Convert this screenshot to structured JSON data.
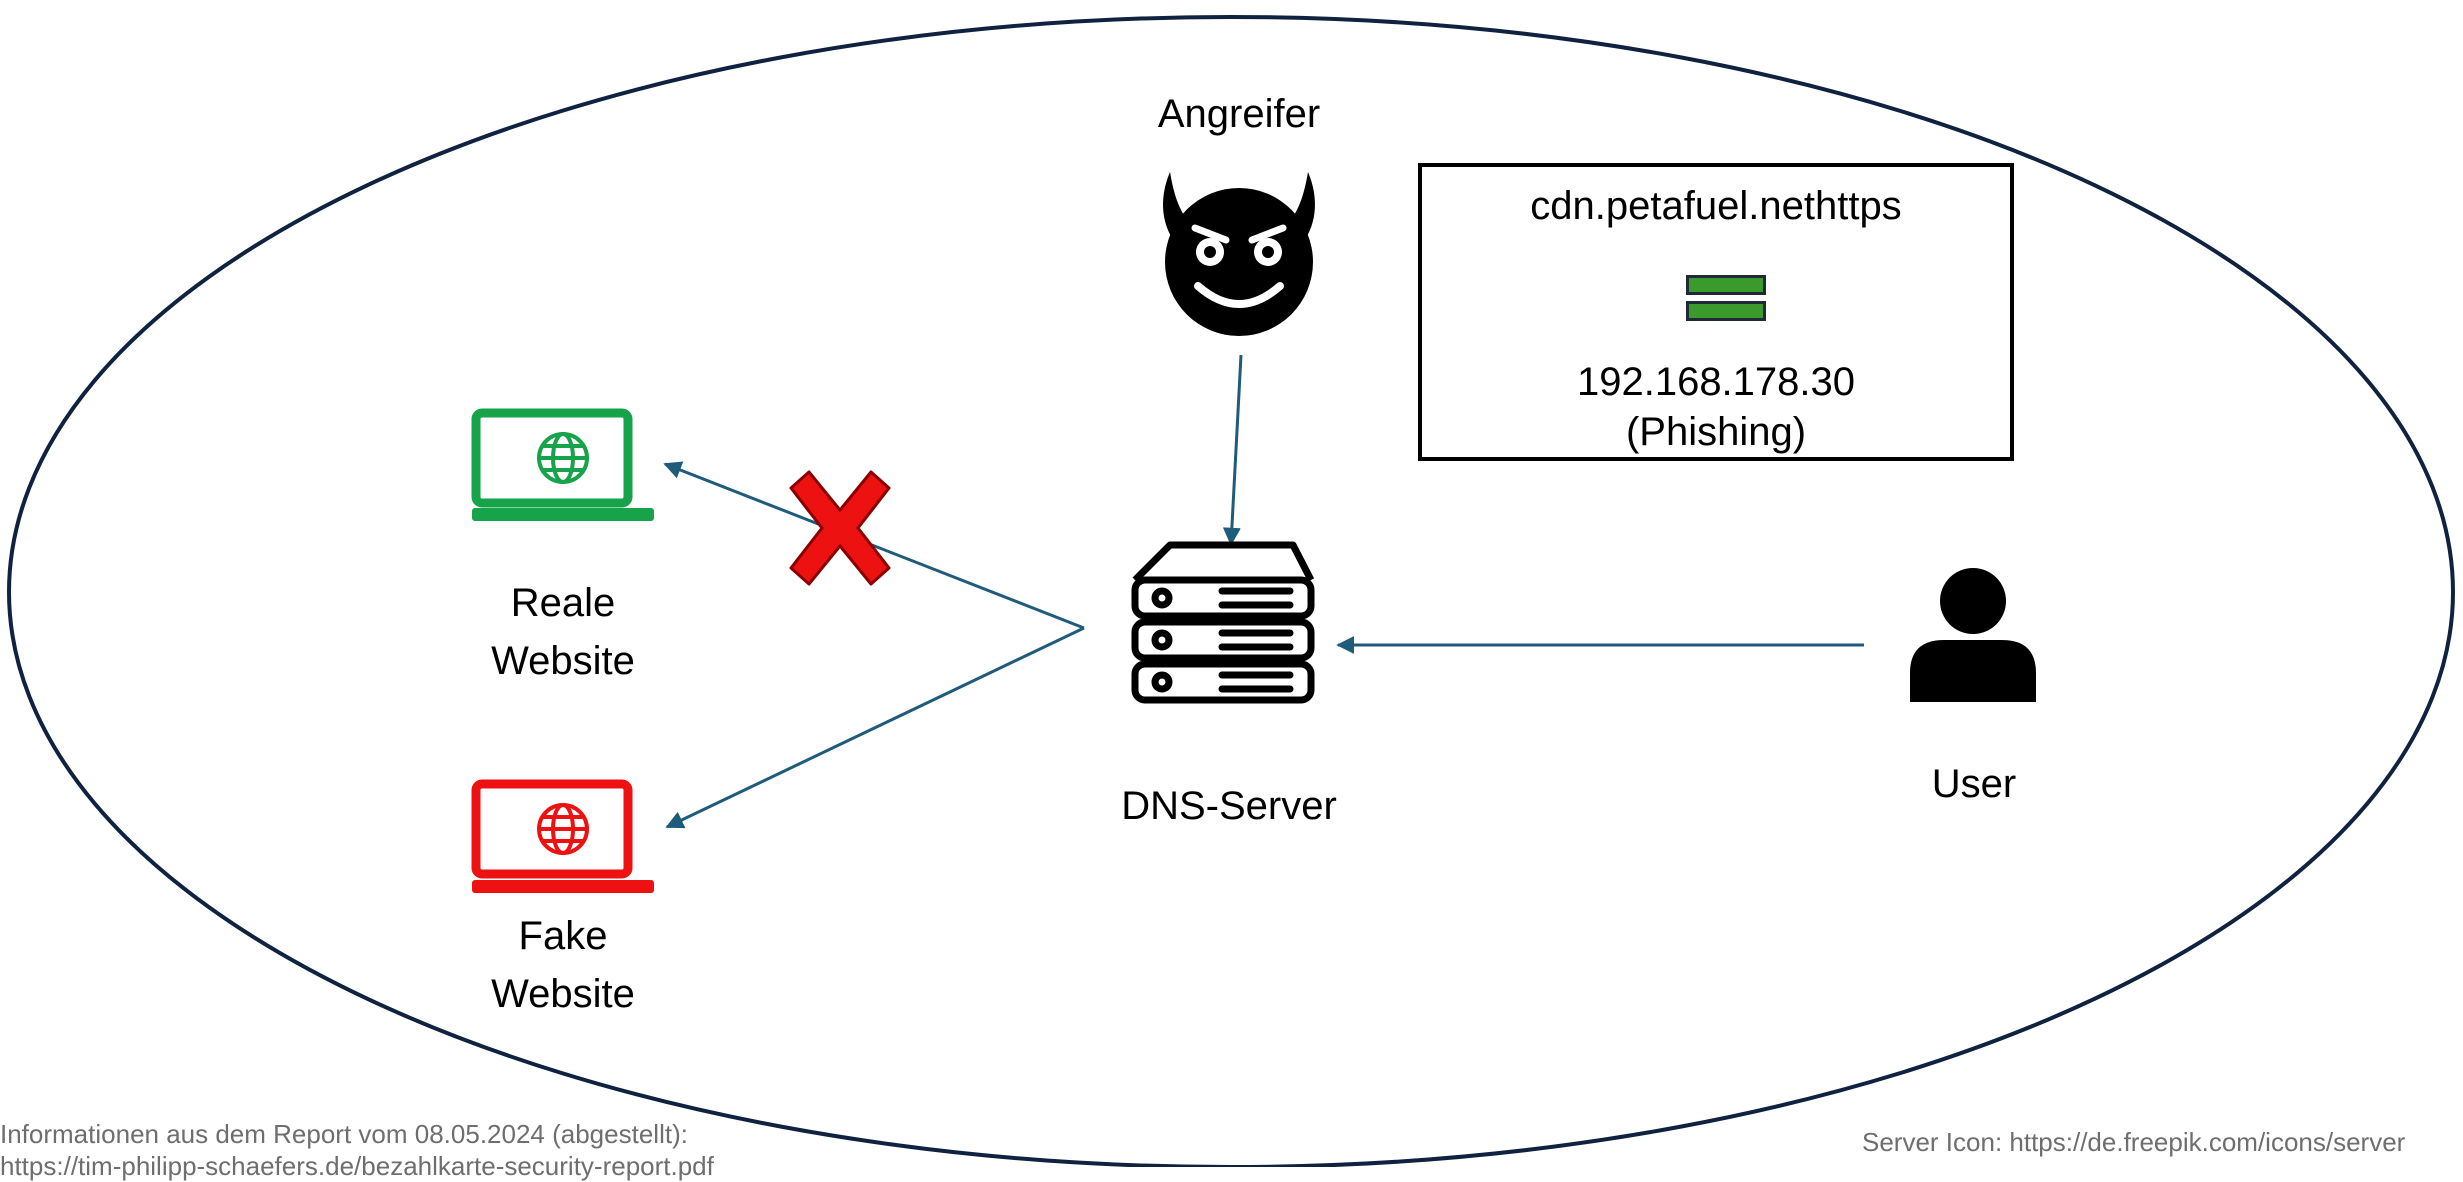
{
  "nodes": {
    "attacker": {
      "label": "Angreifer",
      "icon": "devil-face-icon"
    },
    "dns_server": {
      "label": "DNS-Server",
      "icon": "server-rack-icon"
    },
    "user": {
      "label": "User",
      "icon": "user-icon"
    },
    "real_website": {
      "label_line1": "Reale",
      "label_line2": "Website",
      "icon": "laptop-globe-icon",
      "color": "#16a34a",
      "status": "blocked"
    },
    "fake_website": {
      "label_line1": "Fake",
      "label_line2": "Website",
      "icon": "laptop-globe-icon",
      "color": "#ee1111"
    }
  },
  "mapping": {
    "domain": "cdn.petafuel.nethttps",
    "equals_icon": "equals-icon",
    "ip": "192.168.178.30",
    "note": "(Phishing)"
  },
  "edges": [
    {
      "from": "attacker",
      "to": "dns_server"
    },
    {
      "from": "user",
      "to": "dns_server"
    },
    {
      "from": "dns_server",
      "to": "real_website",
      "blocked": true
    },
    {
      "from": "dns_server",
      "to": "fake_website"
    }
  ],
  "footer": {
    "source_line1": "Informationen aus dem Report vom 08.05.2024 (abgestellt):",
    "source_line2": "https://tim-philipp-schaefers.de/bezahlkarte-security-report.pdf",
    "icon_credit": "Server Icon: https://de.freepik.com/icons/server"
  },
  "colors": {
    "arrow": "#1f5b7a",
    "ellipse": "#0f2240",
    "equals_bar": "#3a9a2c",
    "cross": "#ee1111",
    "real_website": "#16a34a",
    "fake_website": "#ee1111"
  }
}
